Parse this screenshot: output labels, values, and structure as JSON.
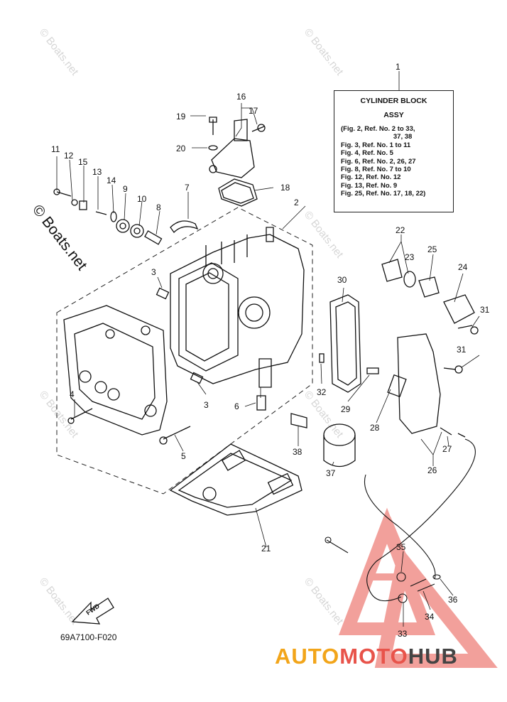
{
  "info_box": {
    "title_line1": "CYLINDER BLOCK",
    "title_line2": "ASSY",
    "refs": [
      "(Fig. 2, Ref. No. 2 to 33,",
      "                            37, 38",
      "Fig. 3, Ref. No. 1 to 11",
      "Fig. 4, Ref. No. 5",
      "Fig. 6, Ref. No. 2, 26, 27",
      "Fig. 8, Ref. No. 7 to 10",
      "Fig. 12, Ref. No. 12",
      "Fig. 13, Ref. No. 9",
      "Fig. 25, Ref. No. 17, 18, 22)"
    ]
  },
  "callouts": {
    "n1": "1",
    "n2": "2",
    "n3a": "3",
    "n3b": "3",
    "n4": "4",
    "n5": "5",
    "n6": "6",
    "n7": "7",
    "n8": "8",
    "n9": "9",
    "n10": "10",
    "n11": "11",
    "n12": "12",
    "n13": "13",
    "n14": "14",
    "n15": "15",
    "n16": "16",
    "n17": "17",
    "n18": "18",
    "n19": "19",
    "n20": "20",
    "n21": "21",
    "n22": "22",
    "n23": "23",
    "n24": "24",
    "n25": "25",
    "n26": "26",
    "n27": "27",
    "n28": "28",
    "n29": "29",
    "n30": "30",
    "n31a": "31",
    "n31b": "31",
    "n32": "32",
    "n33": "33",
    "n34": "34",
    "n35": "35",
    "n36": "36",
    "n37": "37",
    "n38": "38"
  },
  "fwd_label": "FWD",
  "diagram_code": "69A7100-F020",
  "watermark": "© Boats.net",
  "brand": {
    "part1": "AUTO",
    "part2": "MOTO",
    "part3": "HUB"
  },
  "colors": {
    "brand_orange": "#f2a51a",
    "brand_red": "#e8534a",
    "brand_gray": "#444444",
    "line": "#111111"
  }
}
